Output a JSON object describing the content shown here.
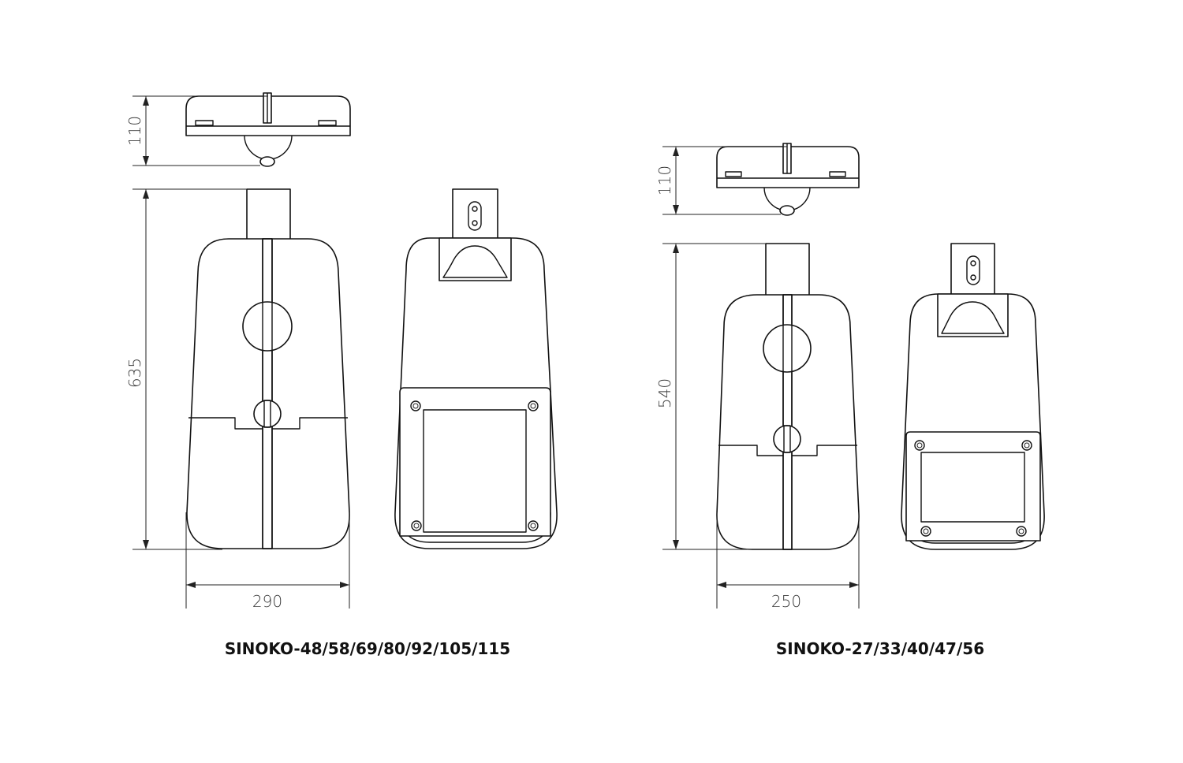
{
  "colors": {
    "line": "#111111",
    "dimension": "#3a3a3a",
    "background": "#ffffff"
  },
  "luminaires": [
    {
      "caption": "SINOKO-48/58/69/80/92/105/115",
      "dimensions": {
        "height": "635",
        "width": "290",
        "depth": "110"
      }
    },
    {
      "caption": "SINOKO-27/33/40/47/56",
      "dimensions": {
        "height": "540",
        "width": "250",
        "depth": "110"
      }
    }
  ]
}
